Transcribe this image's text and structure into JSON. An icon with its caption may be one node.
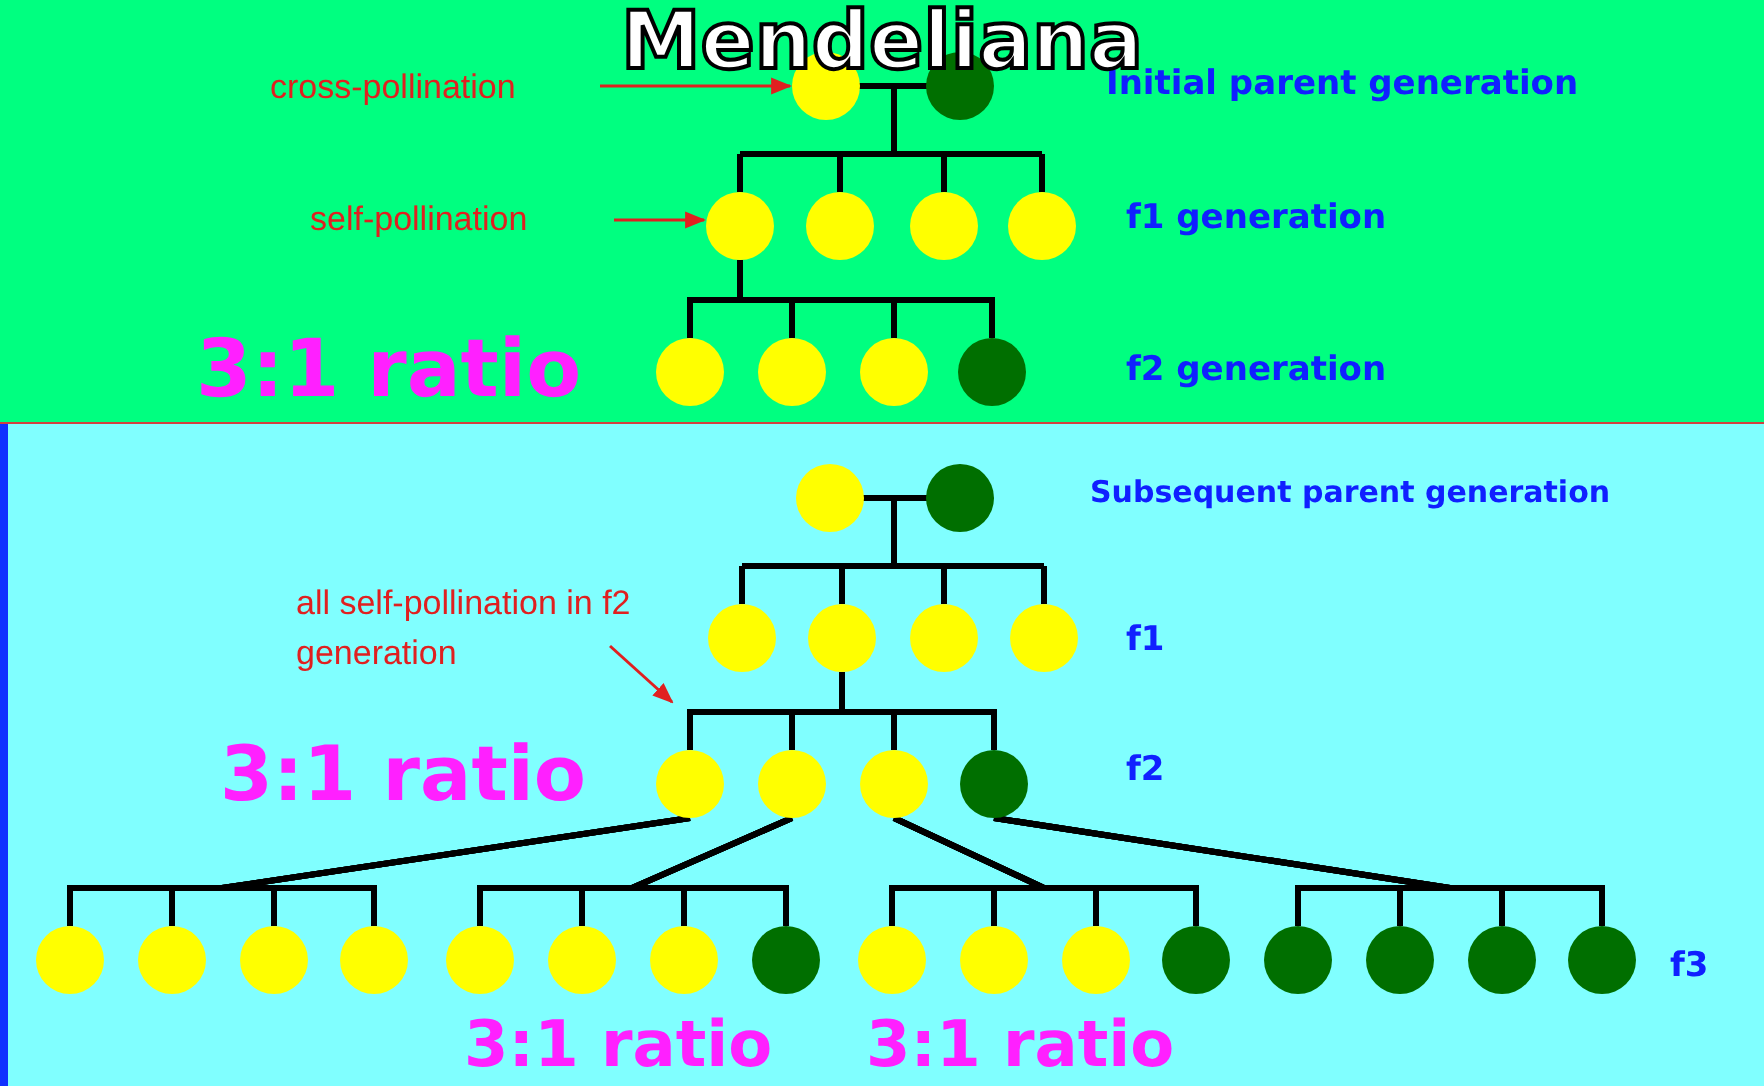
{
  "diagram": {
    "title": "Mendeliana",
    "nodes": [
      {
        "text": [
          "cross-pollination"
        ]
      },
      {
        "text": [],
        "shape": "circle"
      },
      {
        "text": [],
        "shape": "circle"
      },
      {
        "text": [
          "self-pollination"
        ]
      },
      {
        "text": [],
        "shape": "circle"
      },
      {
        "text": [],
        "shape": "circle"
      },
      {
        "text": [],
        "shape": "circle"
      },
      {
        "text": [],
        "shape": "circle"
      },
      {
        "text": [],
        "shape": "circle"
      },
      {
        "text": [],
        "shape": "circle"
      },
      {
        "text": [],
        "shape": "circle"
      },
      {
        "text": [],
        "shape": "circle"
      },
      {
        "text": [],
        "shape": "circle"
      },
      {
        "text": [],
        "shape": "circle"
      },
      {
        "text": [
          "all self-pollination in f2 generation"
        ]
      },
      {
        "text": [],
        "shape": "circle"
      },
      {
        "text": [],
        "shape": "circle"
      },
      {
        "text": [],
        "shape": "circle"
      },
      {
        "text": [],
        "shape": "circle"
      },
      {
        "text": [],
        "shape": "circle"
      },
      {
        "text": [],
        "shape": "circle"
      },
      {
        "text": [],
        "shape": "circle"
      },
      {
        "text": [],
        "shape": "circle"
      },
      {
        "text": [],
        "shape": "circle"
      },
      {
        "text": [],
        "shape": "circle"
      },
      {
        "text": [],
        "shape": "circle"
      },
      {
        "text": [],
        "shape": "circle"
      },
      {
        "text": [],
        "shape": "circle"
      },
      {
        "text": [],
        "shape": "circle"
      },
      {
        "text": [],
        "shape": "circle"
      },
      {
        "text": [],
        "shape": "circle"
      },
      {
        "text": [],
        "shape": "circle"
      },
      {
        "text": [],
        "shape": "circle"
      },
      {
        "text": [],
        "shape": "circle"
      },
      {
        "text": [],
        "shape": "circle"
      },
      {
        "text": [],
        "shape": "circle"
      },
      {
        "text": [],
        "shape": "circle"
      },
      {
        "text": [],
        "shape": "circle"
      },
      {
        "text": [],
        "shape": "circle"
      }
    ],
    "edges": [
      {
        "from": 0,
        "to": 1,
        "arrow": "to",
        "color": "#e02020"
      },
      {
        "from": 3,
        "to": 4,
        "arrow": "to",
        "color": "#e02020"
      },
      {
        "from": 14,
        "to": null,
        "arrow": "to",
        "color": "#e02020"
      },
      {
        "from": 1,
        "to": 4,
        "arrow": "none"
      },
      {
        "from": 1,
        "to": 5,
        "arrow": "none"
      },
      {
        "from": 1,
        "to": 6,
        "arrow": "none"
      },
      {
        "from": 1,
        "to": 7,
        "arrow": "none"
      },
      {
        "from": 2,
        "to": 4,
        "arrow": "none"
      },
      {
        "from": 2,
        "to": 5,
        "arrow": "none"
      },
      {
        "from": 2,
        "to": 6,
        "arrow": "none"
      },
      {
        "from": 2,
        "to": 7,
        "arrow": "none"
      },
      {
        "from": 4,
        "to": 8,
        "arrow": "none"
      },
      {
        "from": 4,
        "to": 9,
        "arrow": "none"
      },
      {
        "from": 4,
        "to": 10,
        "arrow": "none"
      },
      {
        "from": 4,
        "to": 11,
        "arrow": "none"
      },
      {
        "from": 12,
        "to": 15,
        "arrow": "none"
      },
      {
        "from": 12,
        "to": 16,
        "arrow": "none"
      },
      {
        "from": 12,
        "to": 17,
        "arrow": "none"
      },
      {
        "from": 12,
        "to": 18,
        "arrow": "none"
      },
      {
        "from": 13,
        "to": 15,
        "arrow": "none"
      },
      {
        "from": 13,
        "to": 16,
        "arrow": "none"
      },
      {
        "from": 13,
        "to": 17,
        "arrow": "none"
      },
      {
        "from": 13,
        "to": 18,
        "arrow": "none"
      },
      {
        "from": 16,
        "to": 19,
        "arrow": "none"
      },
      {
        "from": 16,
        "to": 20,
        "arrow": "none"
      },
      {
        "from": 16,
        "to": 21,
        "arrow": "none"
      },
      {
        "from": 16,
        "to": 22,
        "arrow": "none"
      },
      {
        "from": 19,
        "to": 23,
        "arrow": "none"
      },
      {
        "from": 19,
        "to": 24,
        "arrow": "none"
      },
      {
        "from": 19,
        "to": 25,
        "arrow": "none"
      },
      {
        "from": 19,
        "to": 26,
        "arrow": "none"
      },
      {
        "from": 20,
        "to": 27,
        "arrow": "none"
      },
      {
        "from": 20,
        "to": 28,
        "arrow": "none"
      },
      {
        "from": 20,
        "to": 29,
        "arrow": "none"
      },
      {
        "from": 20,
        "to": 30,
        "arrow": "none"
      },
      {
        "from": 21,
        "to": 31,
        "arrow": "none"
      },
      {
        "from": 21,
        "to": 32,
        "arrow": "none"
      },
      {
        "from": 21,
        "to": 33,
        "arrow": "none"
      },
      {
        "from": 21,
        "to": 34,
        "arrow": "none"
      },
      {
        "from": 22,
        "to": 35,
        "arrow": "none"
      },
      {
        "from": 22,
        "to": 36,
        "arrow": "none"
      },
      {
        "from": 22,
        "to": 37,
        "arrow": "none"
      },
      {
        "from": 22,
        "to": 38,
        "arrow": "none"
      }
    ],
    "labels": [
      "Initial parent generation",
      "f1 generation",
      "3:1 ratio",
      "f2 generation",
      "Subsequent parent generation",
      "f1",
      "3:1 ratio",
      "f2",
      "f3",
      "3:1 ratio",
      "3:1 ratio"
    ]
  }
}
